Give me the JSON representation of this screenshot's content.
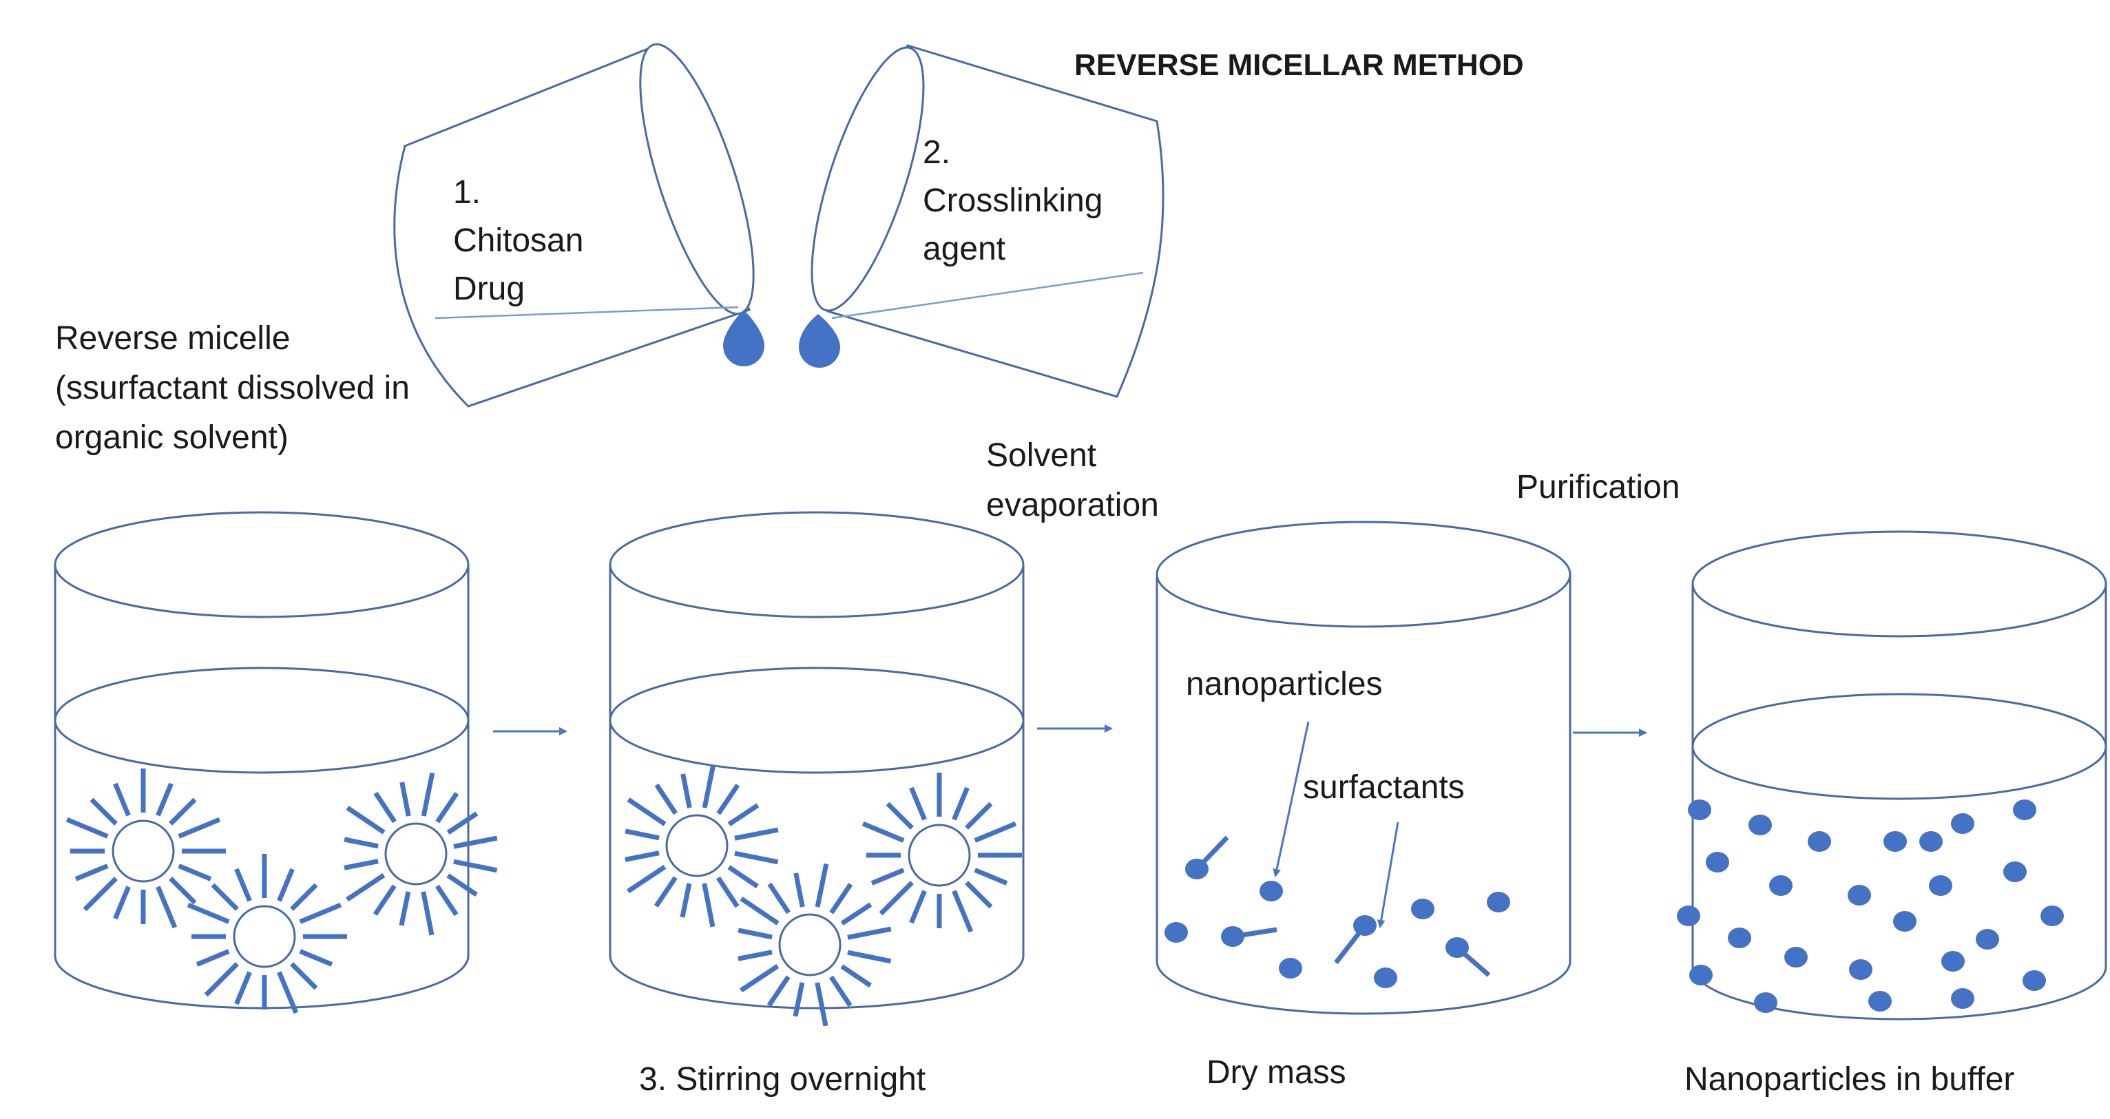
{
  "title": "REVERSE MICELLAR METHOD",
  "labels": {
    "cup1_line1": "1.",
    "cup1_line2": "Chitosan",
    "cup1_line3": "Drug",
    "cup2_line1": "2.",
    "cup2_line2": "Crosslinking",
    "cup2_line3": "agent",
    "reverse_line1": "Reverse micelle",
    "reverse_line2": "(ssurfactant dissolved in",
    "reverse_line3": "organic solvent)",
    "solvent_line1": "Solvent",
    "solvent_line2": "evaporation",
    "purification": "Purification",
    "stirring": "3. Stirring overnight",
    "dry_mass": "Dry mass",
    "nano_in_buffer": "Nanoparticles in buffer",
    "nanoparticles": "nanoparticles",
    "surfactants": "surfactants"
  },
  "colors": {
    "outline": "#4a6aa3",
    "fill_blue": "#4472c4",
    "text": "#1a1a1a"
  }
}
